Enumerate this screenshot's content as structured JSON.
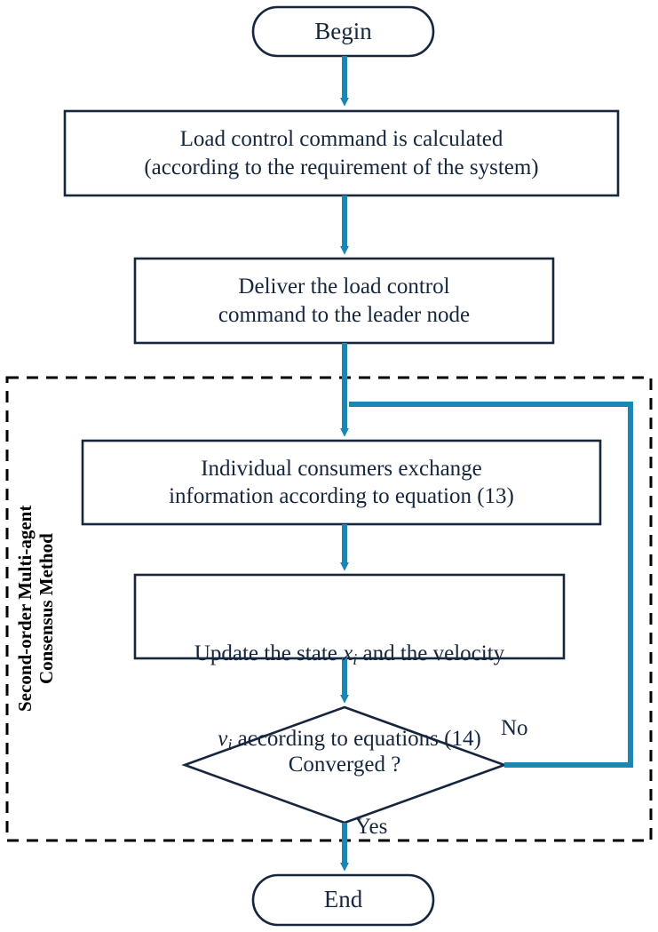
{
  "diagram": {
    "title": "Second-order Multi-agent Consensus Method flowchart",
    "colors": {
      "node_stroke": "#16263d",
      "arrow": "#1b86b4",
      "text": "#16263d",
      "dashed_group": "#000000",
      "background": "#ffffff"
    },
    "group_label": "Second-order Multi-agent\nConsensus Method",
    "nodes": [
      {
        "id": "begin",
        "shape": "terminator",
        "text": "Begin"
      },
      {
        "id": "calc",
        "shape": "process",
        "text": "Load control command is calculated\n(according to the requirement of the system)"
      },
      {
        "id": "deliver",
        "shape": "process",
        "text": "Deliver the load control\ncommand to the leader node"
      },
      {
        "id": "exchange",
        "shape": "process",
        "text": "Individual consumers exchange\ninformation according to equation (13)"
      },
      {
        "id": "update",
        "shape": "process",
        "text_line1_pre": "Update the state ",
        "text_line1_var": "x",
        "text_line1_sub": "i",
        "text_line1_post": " and the velocity",
        "text_line2_var": "v",
        "text_line2_sub": "i",
        "text_line2_post": " according to equations (14)"
      },
      {
        "id": "converged",
        "shape": "decision",
        "text": "Converged ?"
      },
      {
        "id": "end",
        "shape": "terminator",
        "text": "End"
      }
    ],
    "edge_labels": {
      "no": "No",
      "yes": "Yes"
    }
  }
}
